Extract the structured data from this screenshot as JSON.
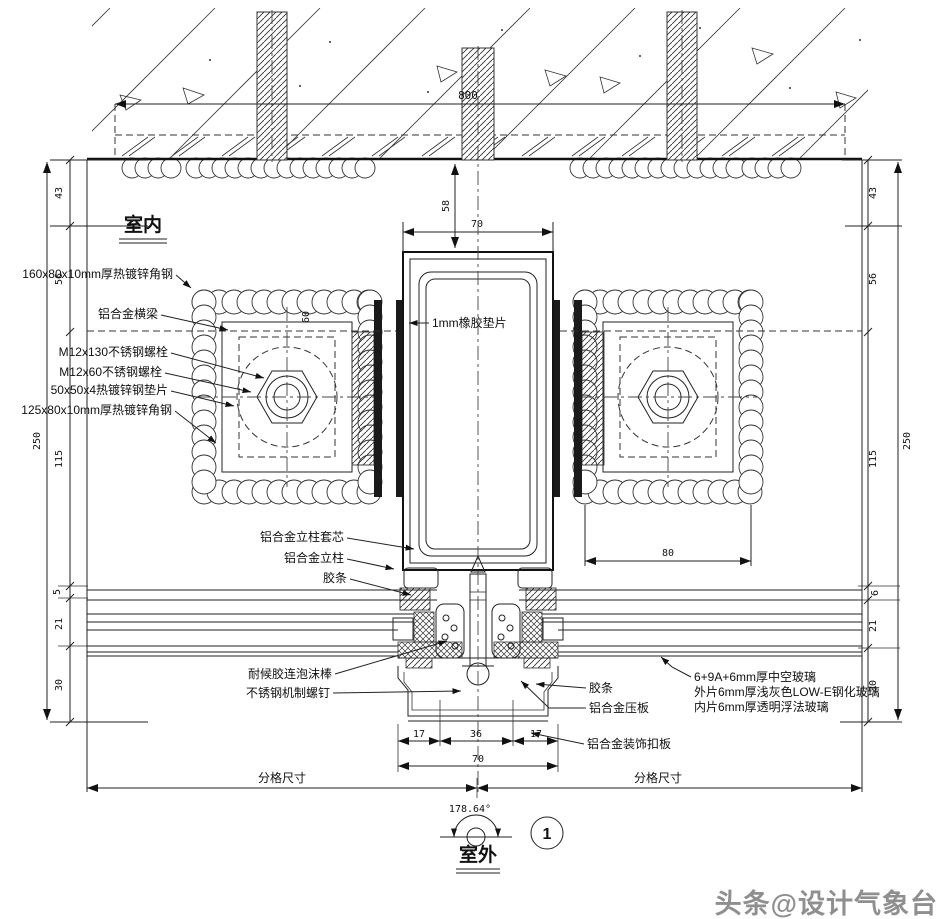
{
  "labels": {
    "indoor": "室内",
    "outdoor": "室外",
    "angle_steel_160": "160x80x10mm厚热镀锌角钢",
    "alu_beam": "铝合金横梁",
    "bolt_m12x130": "M12x130不锈钢螺栓",
    "bolt_m12x60": "M12x60不锈钢螺栓",
    "washer_50": "50x50x4热镀锌钢垫片",
    "angle_steel_125": "125x80x10mm厚热镀锌角钢",
    "gasket_1mm": "1mm橡胶垫片",
    "core_sleeve": "铝合金立柱套芯",
    "mullion": "铝合金立柱",
    "rubber_strip_top": "胶条",
    "weather_sealant": "耐候胶连泡沫棒",
    "machine_screw": "不锈钢机制螺钉",
    "rubber_strip_bottom": "胶条",
    "pressure_plate": "铝合金压板",
    "cover_plate": "铝合金装饰扣板",
    "glass_line1": "6+9A+6mm厚中空玻璃",
    "glass_line2": "外片6mm厚浅灰色LOW-E钢化玻璃",
    "glass_line3": "内片6mm厚透明浮法玻璃",
    "detail_number": "1"
  },
  "dims": {
    "top_width": "800",
    "mullion_width": "70",
    "mullion_top_offset": "58",
    "beam_offset": "60",
    "bracket_width": "80",
    "left_chain": [
      "43",
      "56",
      "115",
      "5",
      "21",
      "30"
    ],
    "left_total": "250",
    "right_chain": [
      "43",
      "56",
      "115",
      "6",
      "21",
      "30"
    ],
    "right_total": "250",
    "cover_segments": [
      "17",
      "36",
      "17"
    ],
    "cover_total": "70",
    "grid_size_left": "分格尺寸",
    "grid_size_right": "分格尺寸",
    "angle": "178.64°"
  },
  "watermark": "头条@设计气象台"
}
